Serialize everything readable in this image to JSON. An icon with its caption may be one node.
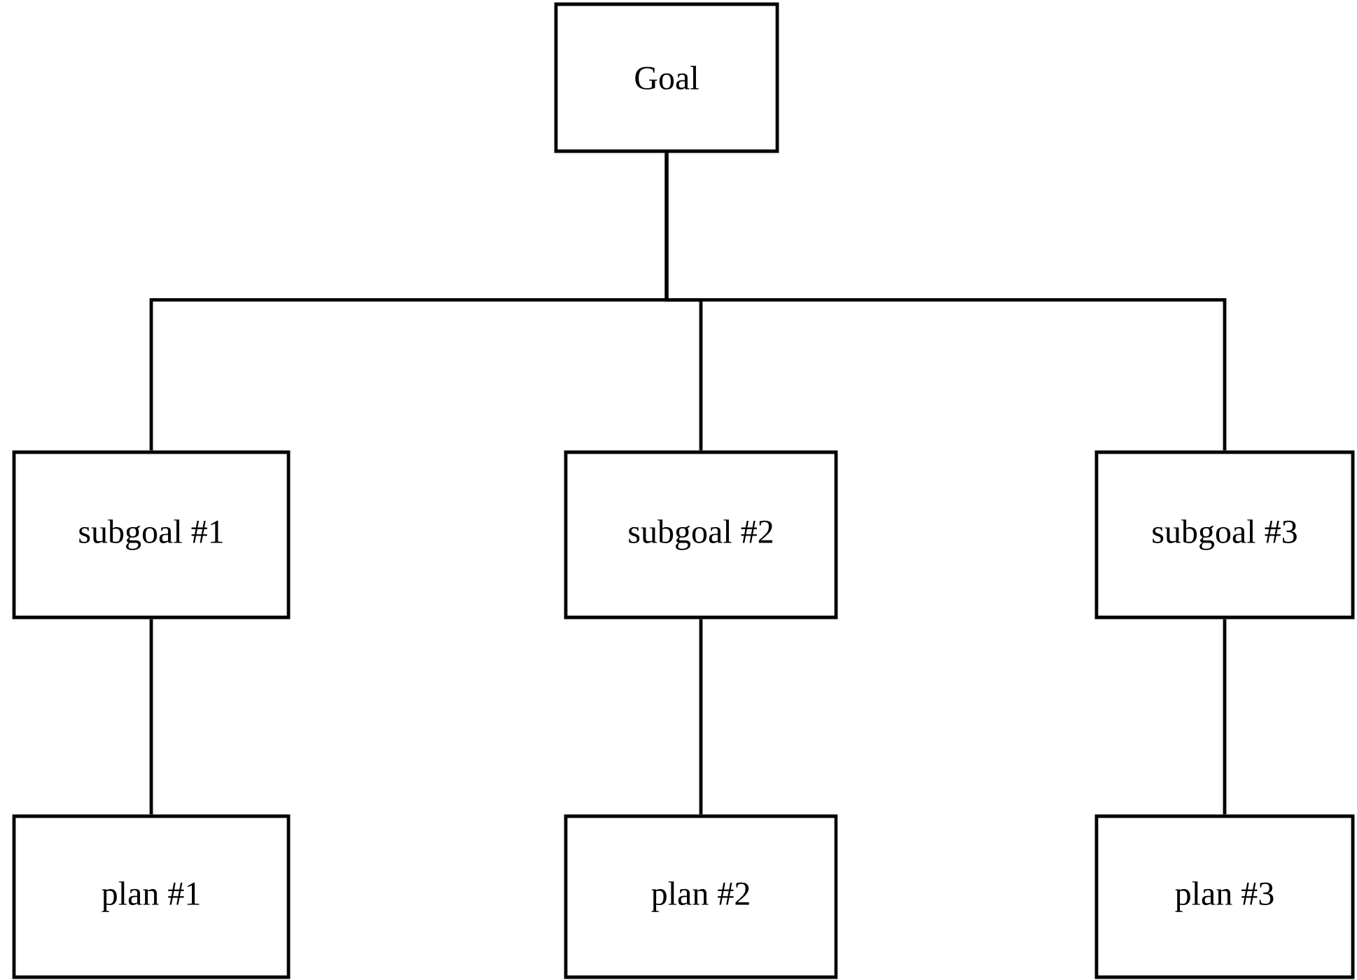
{
  "diagram": {
    "nodes": [
      {
        "text": [
          "Goal"
        ]
      },
      {
        "text": [
          "subgoal #1"
        ]
      },
      {
        "text": [
          "subgoal #2"
        ]
      },
      {
        "text": [
          "subgoal #3"
        ]
      },
      {
        "text": [
          "plan #1"
        ]
      },
      {
        "text": [
          "plan #2"
        ]
      },
      {
        "text": [
          "plan #3"
        ]
      }
    ],
    "edges": [
      {
        "from": 0,
        "to": 1,
        "arrow": "none"
      },
      {
        "from": 0,
        "to": 2,
        "arrow": "none"
      },
      {
        "from": 0,
        "to": 3,
        "arrow": "none"
      },
      {
        "from": 1,
        "to": 4,
        "arrow": "none"
      },
      {
        "from": 2,
        "to": 5,
        "arrow": "none"
      },
      {
        "from": 3,
        "to": 6,
        "arrow": "none"
      }
    ]
  }
}
